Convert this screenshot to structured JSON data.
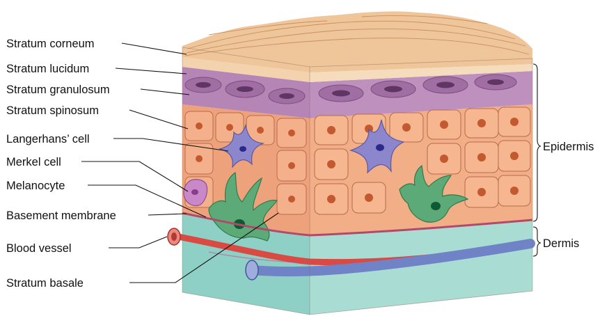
{
  "labels": {
    "stratum_corneum": "Stratum corneum",
    "stratum_lucidum": "Stratum lucidum",
    "stratum_granulosum": "Stratum granulosum",
    "stratum_spinosum": "Stratum spinosum",
    "langerhans_cell": "Langerhans’ cell",
    "merkel_cell": "Merkel cell",
    "melanocyte": "Melanocyte",
    "basement_membrane": "Basement membrane",
    "blood_vessel": "Blood vessel",
    "stratum_basale": "Stratum basale",
    "epidermis": "Epidermis",
    "dermis": "Dermis"
  },
  "colors": {
    "corneum": "#efc79a",
    "lucidum": "#f3d8b5",
    "granulosum": "#b88ab8",
    "spinosum": "#f0a77f",
    "langerhans": "#8a86c9",
    "melanocyte": "#5daa78",
    "merkel": "#c98ac9",
    "basement_membrane": "#b24a6a",
    "dermis": "#96d3c8",
    "artery": "#d84a42",
    "vein": "#6f83c6"
  }
}
